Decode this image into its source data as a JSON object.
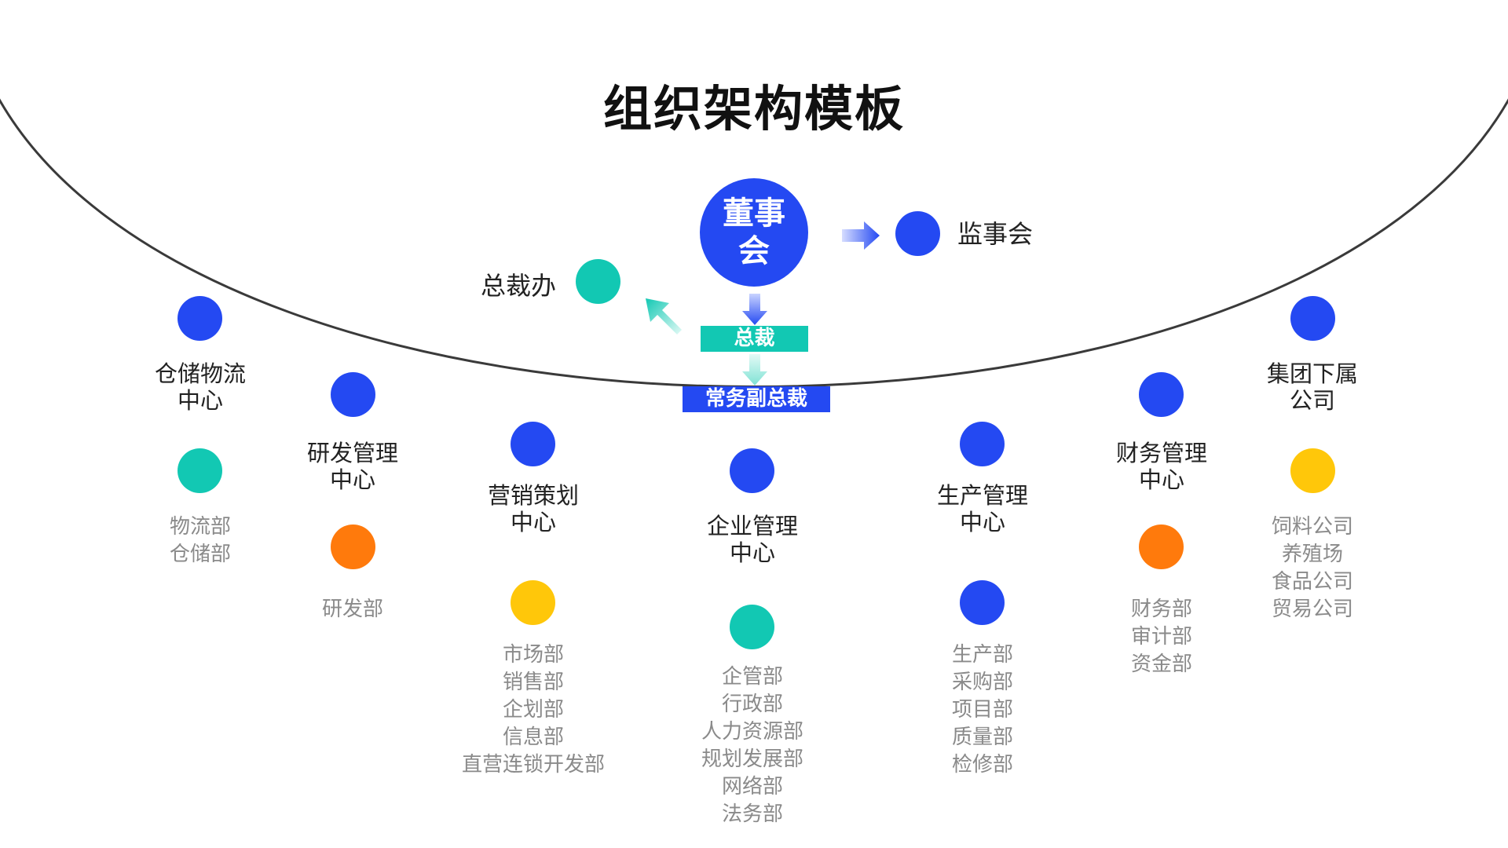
{
  "title": "组织架构模板",
  "colors": {
    "blue": "#2449f2",
    "teal": "#12c8b3",
    "orange": "#ff7a0c",
    "yellow": "#ffc70a",
    "line": "#3a3a3a"
  },
  "top": {
    "board": "董事会",
    "supervisors": "监事会",
    "president_office": "总裁办",
    "ceo": "总裁",
    "evp": "常务副总裁"
  },
  "centers": [
    {
      "id": "warehouse-logistics",
      "name": "仓储物流\n中心",
      "dept_color": "teal",
      "departments": "物流部\n仓储部"
    },
    {
      "id": "rnd",
      "name": "研发管理\n中心",
      "dept_color": "orange",
      "departments": "研发部"
    },
    {
      "id": "marketing",
      "name": "营销策划\n中心",
      "dept_color": "yellow",
      "departments": "市场部\n销售部\n企划部\n信息部\n直营连锁开发部"
    },
    {
      "id": "enterprise-mgmt",
      "name": "企业管理\n中心",
      "dept_color": "teal",
      "departments": "企管部\n行政部\n人力资源部\n规划发展部\n网络部\n法务部"
    },
    {
      "id": "production",
      "name": "生产管理\n中心",
      "dept_color": "blue",
      "departments": "生产部\n采购部\n项目部\n质量部\n检修部"
    },
    {
      "id": "finance",
      "name": "财务管理\n中心",
      "dept_color": "orange",
      "departments": "财务部\n审计部\n资金部"
    },
    {
      "id": "subsidiaries",
      "name": "集团下属\n公司",
      "dept_color": "yellow",
      "departments": "饲料公司\n养殖场\n食品公司\n贸易公司"
    }
  ]
}
